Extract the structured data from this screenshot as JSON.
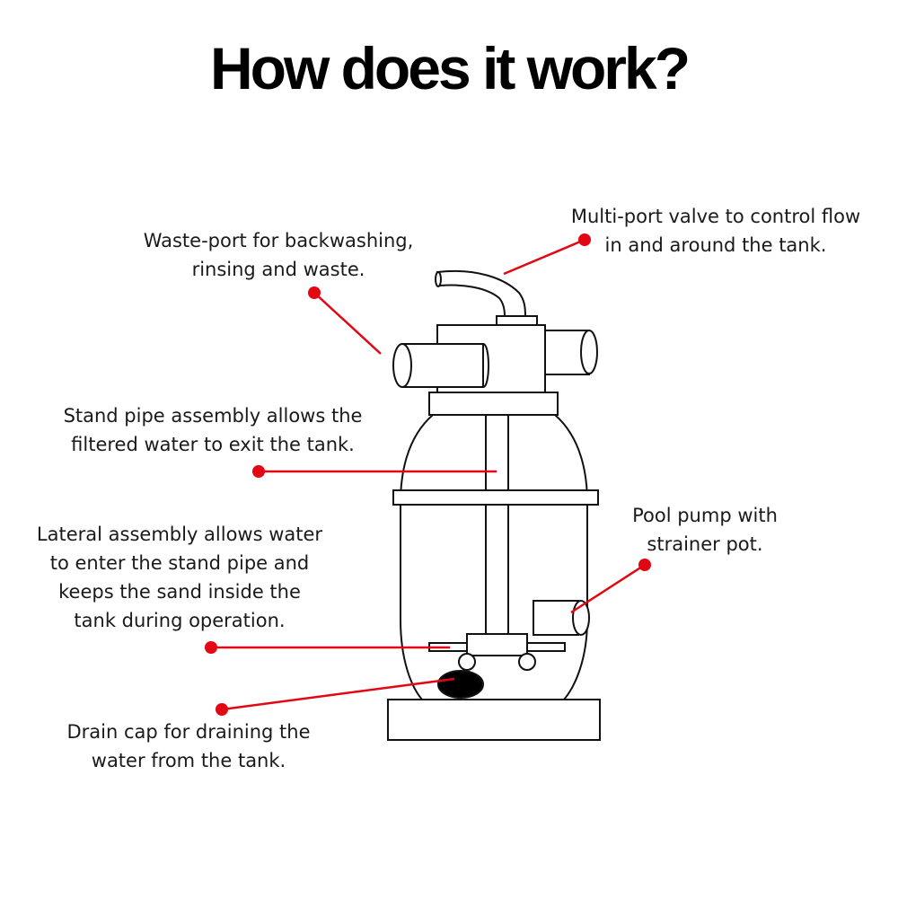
{
  "title": "How does it work?",
  "colors": {
    "accent": "#e30613",
    "outline": "#111111",
    "text": "#1a1a1a"
  },
  "callouts": {
    "multiport": {
      "line1": "Multi-port valve to control flow",
      "line2": "in and around the tank."
    },
    "wasteport": {
      "line1": "Waste-port for backwashing,",
      "line2": "rinsing and waste."
    },
    "standpipe": {
      "line1": "Stand pipe assembly allows the",
      "line2": "filtered water to exit the tank."
    },
    "lateral": {
      "line1": "Lateral assembly allows water",
      "line2": "to enter the stand pipe and",
      "line3": "keeps the sand inside the",
      "line4": "tank during operation."
    },
    "pump": {
      "line1": "Pool pump with",
      "line2": "strainer pot."
    },
    "drain": {
      "line1": "Drain cap for draining the",
      "line2": "water from the tank."
    }
  }
}
